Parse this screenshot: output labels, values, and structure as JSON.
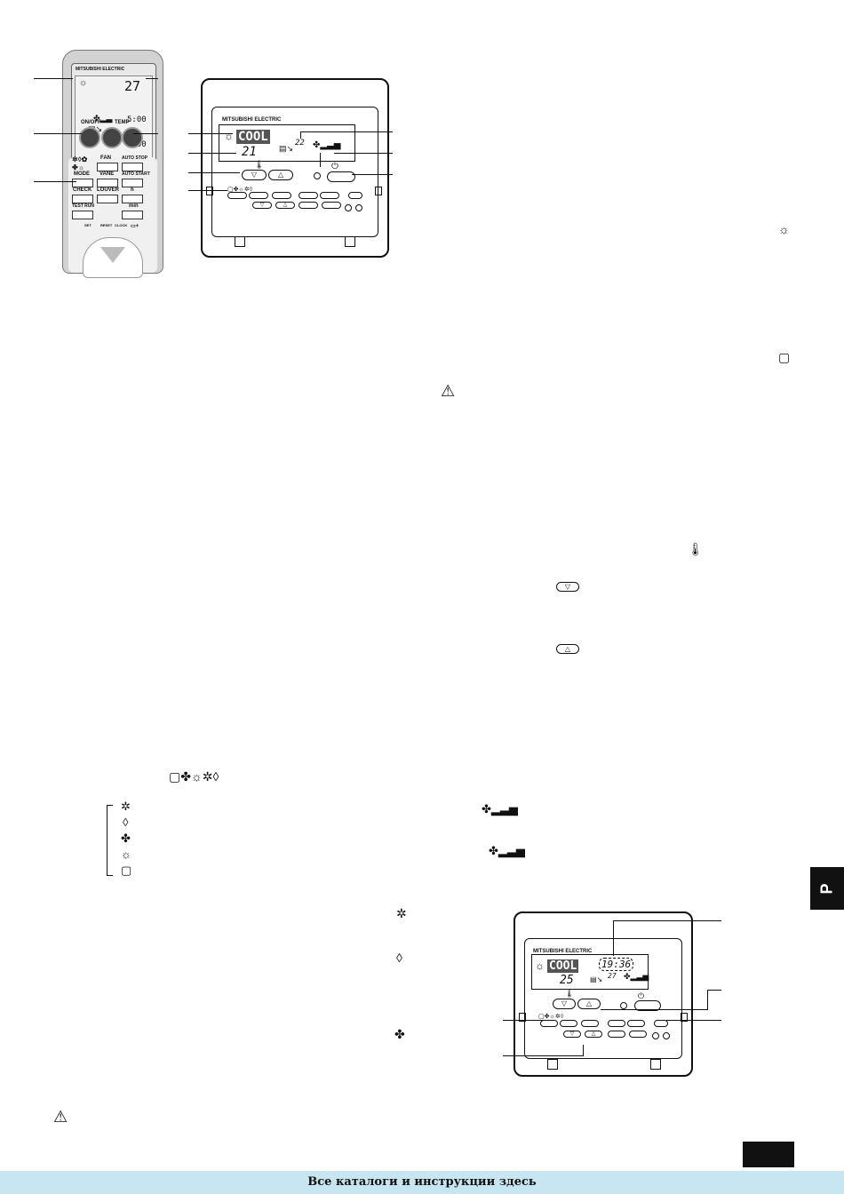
{
  "remote": {
    "brand": "MITSUBISHI ELECTRIC",
    "lcd_temp": "27",
    "lcd_time1": "5:00",
    "lcd_time2": "9:00",
    "btn_onoff": "ON/OFF",
    "btn_temp": "TEMP",
    "btn_mode": "MODE",
    "btn_fan": "FAN",
    "btn_vane": "VANE",
    "btn_auto_stop": "AUTO STOP",
    "btn_auto_start": "AUTO START",
    "btn_check": "CHECK",
    "btn_louver": "LOUVER",
    "btn_h": "h",
    "btn_test_run": "TEST RUN",
    "btn_min": "min",
    "btn_set": "SET",
    "btn_reset": "RESET",
    "btn_clock": "CLOCK"
  },
  "controller_top": {
    "brand": "MITSUBISHI ELECTRIC",
    "mode_text": "COOL",
    "set_temp": "21",
    "room_temp": "22"
  },
  "controller_bottom": {
    "brand": "MITSUBISHI ELECTRIC",
    "mode_text": "COOL",
    "clock": "19:36",
    "set_temp": "25",
    "room_temp": "27"
  },
  "mode_list_icons": [
    "cool-icon",
    "dry-icon",
    "fan-icon",
    "heat-icon",
    "auto-icon"
  ],
  "tab_letter": "P",
  "footer": {
    "text": "Все каталоги и инструкции здесь"
  }
}
